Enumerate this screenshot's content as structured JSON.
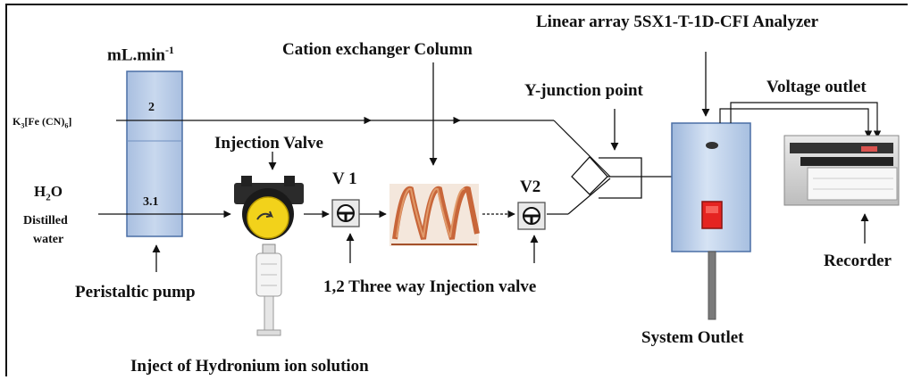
{
  "labels": {
    "analyzer": "Linear array 5SX1-T-1D-CFI Analyzer",
    "flow_unit_base": "mL.min",
    "flow_unit_exp": "-1",
    "cation_column": "Cation exchanger Column",
    "y_junction": "Y-junction point",
    "voltage_outlet": "Voltage outlet",
    "reagent_k": "K",
    "reagent_sub3": "3",
    "reagent_mid": "[Fe (CN)",
    "reagent_sub6": "6",
    "reagent_end": "]",
    "injection_valve": "Injection Valve",
    "v1": "V 1",
    "v2": "V2",
    "water_h": "H",
    "water_sub": "2",
    "water_o": "O",
    "distilled": "Distilled",
    "water": "water",
    "pump_rate_1": "2",
    "pump_rate_2": "3.1",
    "peristaltic_pump": "Peristaltic pump",
    "three_way_valve": "1,2 Three way Injection valve",
    "system_outlet": "System Outlet",
    "recorder": "Recorder",
    "inject_hydronium": "Inject of Hydronium ion solution"
  },
  "colors": {
    "pump_fill": "#b8cbe6",
    "pump_border": "#4a6fa5",
    "analyzer_fill": "#c4d7ef",
    "indicator_red": "#e52421",
    "coil_copper": "#c8663a",
    "knob_yellow": "#f2d21b"
  }
}
